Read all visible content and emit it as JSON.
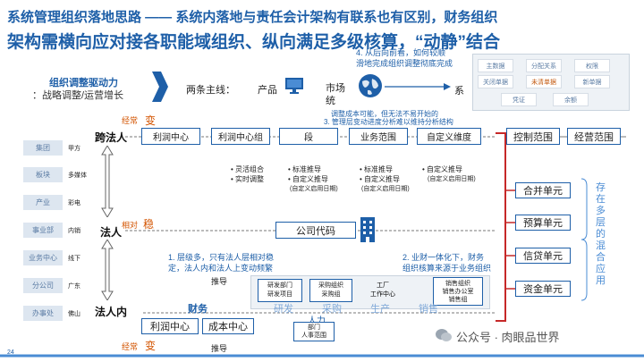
{
  "title": {
    "line1": "系统管理组织落地思路 —— 系统内落地与责任会计架构有联系也有区别，财务组织",
    "line2": "架构需横向应对接各职能域组织、纵向满足多级核算，“动静”结合"
  },
  "driver": {
    "title": "组织调整驱动力",
    "subtitle": "：战略调整/运营增长"
  },
  "main_lines": {
    "label": "两条主线：",
    "product": "产品",
    "market_a": "市场",
    "market_b": "统",
    "system_tail": "系"
  },
  "top_note": {
    "line1": "4. 从后向前看，如何较顺",
    "line2": "滑地完成组织调整彻底完成"
  },
  "mgmt_grid": [
    "主数据",
    "分配关系",
    "权限",
    "关闭单据",
    "未清单据",
    "新单据",
    "凭证",
    "余额"
  ],
  "overlap_note": {
    "a": "调整成本可能，但无法不易开始的",
    "b": "3. 管理层变动进度分析难以维持分析结构"
  },
  "levels": {
    "cross": "跨法人",
    "legal": "法人",
    "inner": "法人内"
  },
  "annot": {
    "often_change_top": "经常",
    "change_top": "变",
    "relative": "相对",
    "stable": "稳",
    "often_change_bottom": "经常",
    "change_bottom": "变"
  },
  "cross_boxes": [
    "利润中心",
    "利润中心组",
    "段",
    "业务范围",
    "自定义维度"
  ],
  "right_header": [
    "控制范围",
    "经营范围"
  ],
  "bullets": {
    "c1": [
      "• 灵活组合",
      "• 实时调整"
    ],
    "c2": [
      "• 标准推导",
      "• 自定义推导",
      "(自定义启用日期)"
    ],
    "c3": [
      "• 标准推导",
      "• 自定义推导",
      "(自定义启用日期)"
    ],
    "c4": [
      "• 自定义推导",
      "(自定义启用日期)"
    ]
  },
  "company_code": "公司代码",
  "right_units": [
    "合并单元",
    "预算单元",
    "信贷单元",
    "资金单元"
  ],
  "vertical_text": "存在多层的混合应用",
  "note1": {
    "line1": "1. 层级多，只有法人层相对稳",
    "line2": "定，法人内和法人上变动频繁"
  },
  "note2": {
    "line1": "2. 业财一体化下，财务",
    "line2": "组织核算来源于业务组织"
  },
  "side_tags": [
    {
      "tag": "集团",
      "label": "甲方"
    },
    {
      "tag": "板块",
      "label": "多媒体"
    },
    {
      "tag": "产业",
      "label": "彩电"
    },
    {
      "tag": "事业部",
      "label": "内销"
    },
    {
      "tag": "业务中心",
      "label": "线下"
    },
    {
      "tag": "分公司",
      "label": "广东"
    },
    {
      "tag": "办事处",
      "label": "佛山"
    }
  ],
  "derive_top": "推导",
  "derive_bottom": "推导",
  "finance_label": "财务",
  "func_domains": [
    "研发",
    "采购",
    "生产",
    "销售"
  ],
  "func_boxes": [
    {
      "line1": "研发部门",
      "line2": "研发项目"
    },
    {
      "line1": "采购组织",
      "line2": "采购组"
    },
    {
      "line1": "工厂",
      "line2": "工作中心"
    },
    {
      "line1": "销售组织",
      "line2": "销售办公室",
      "line3": "销售组"
    }
  ],
  "hr": {
    "title": "人力",
    "line1": "部门",
    "line2": "人事范围"
  },
  "bottom_boxes": [
    "利润中心",
    "成本中心"
  ],
  "page_number": "24",
  "watermark": "公众号 · 肉眼品世界"
}
